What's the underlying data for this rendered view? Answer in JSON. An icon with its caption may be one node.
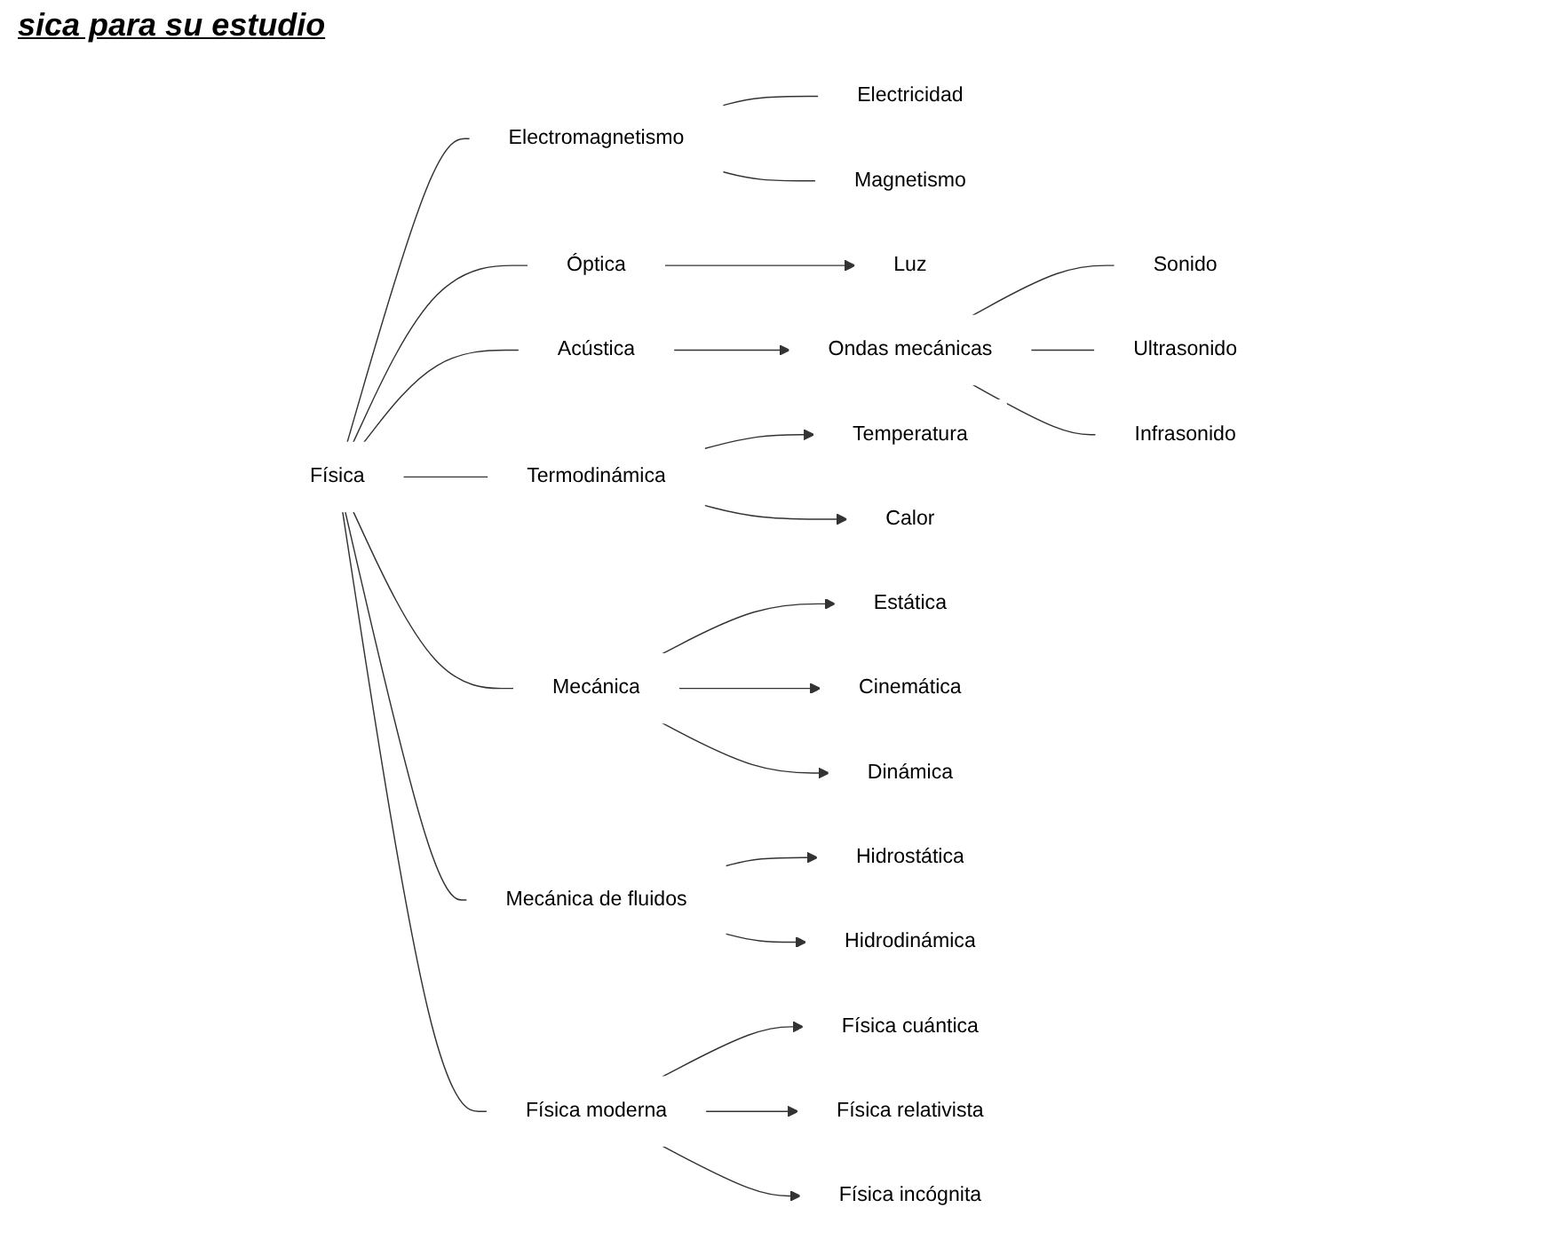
{
  "diagram": {
    "title": "sica para su estudio",
    "nodes": [
      {
        "text": [
          "Física"
        ]
      },
      {
        "text": [
          "Electromagnetismo"
        ]
      },
      {
        "text": [
          "Electricidad"
        ]
      },
      {
        "text": [
          "Magnetismo"
        ]
      },
      {
        "text": [
          "Óptica"
        ]
      },
      {
        "text": [
          "Luz"
        ]
      },
      {
        "text": [
          "Acústica"
        ]
      },
      {
        "text": [
          "Ondas mecánicas"
        ]
      },
      {
        "text": [
          "Sonido"
        ]
      },
      {
        "text": [
          "Ultrasonido"
        ]
      },
      {
        "text": [
          "Infrasonido"
        ]
      },
      {
        "text": [
          "Termodinámica"
        ]
      },
      {
        "text": [
          "Temperatura"
        ]
      },
      {
        "text": [
          "Calor"
        ]
      },
      {
        "text": [
          "Mecánica"
        ]
      },
      {
        "text": [
          "Estática"
        ]
      },
      {
        "text": [
          "Cinemática"
        ]
      },
      {
        "text": [
          "Dinámica"
        ]
      },
      {
        "text": [
          "Mecánica de fluidos"
        ]
      },
      {
        "text": [
          "Hidrostática"
        ]
      },
      {
        "text": [
          "Hidrodinámica"
        ]
      },
      {
        "text": [
          "Física moderna"
        ]
      },
      {
        "text": [
          "Física cuántica"
        ]
      },
      {
        "text": [
          "Física relativista"
        ]
      },
      {
        "text": [
          "Física incógnita"
        ]
      }
    ],
    "edges": [
      {
        "from": 0,
        "to": 1,
        "arrow": "none"
      },
      {
        "from": 0,
        "to": 4,
        "arrow": "none"
      },
      {
        "from": 0,
        "to": 6,
        "arrow": "none"
      },
      {
        "from": 0,
        "to": 11,
        "arrow": "none"
      },
      {
        "from": 0,
        "to": 14,
        "arrow": "none"
      },
      {
        "from": 0,
        "to": 18,
        "arrow": "none"
      },
      {
        "from": 0,
        "to": 21,
        "arrow": "none"
      },
      {
        "from": 1,
        "to": 2,
        "arrow": "none"
      },
      {
        "from": 1,
        "to": 3,
        "arrow": "none"
      },
      {
        "from": 4,
        "to": 5,
        "arrow": "to"
      },
      {
        "from": 6,
        "to": 7,
        "arrow": "to"
      },
      {
        "from": 7,
        "to": 8,
        "arrow": "none"
      },
      {
        "from": 7,
        "to": 9,
        "arrow": "none"
      },
      {
        "from": 7,
        "to": 10,
        "arrow": "none"
      },
      {
        "from": 11,
        "to": 12,
        "arrow": "to"
      },
      {
        "from": 11,
        "to": 13,
        "arrow": "to"
      },
      {
        "from": 14,
        "to": 15,
        "arrow": "to"
      },
      {
        "from": 14,
        "to": 16,
        "arrow": "to"
      },
      {
        "from": 14,
        "to": 17,
        "arrow": "to"
      },
      {
        "from": 18,
        "to": 19,
        "arrow": "to"
      },
      {
        "from": 18,
        "to": 20,
        "arrow": "to"
      },
      {
        "from": 21,
        "to": 22,
        "arrow": "to"
      },
      {
        "from": 21,
        "to": 23,
        "arrow": "to"
      },
      {
        "from": 21,
        "to": 24,
        "arrow": "to"
      }
    ]
  }
}
